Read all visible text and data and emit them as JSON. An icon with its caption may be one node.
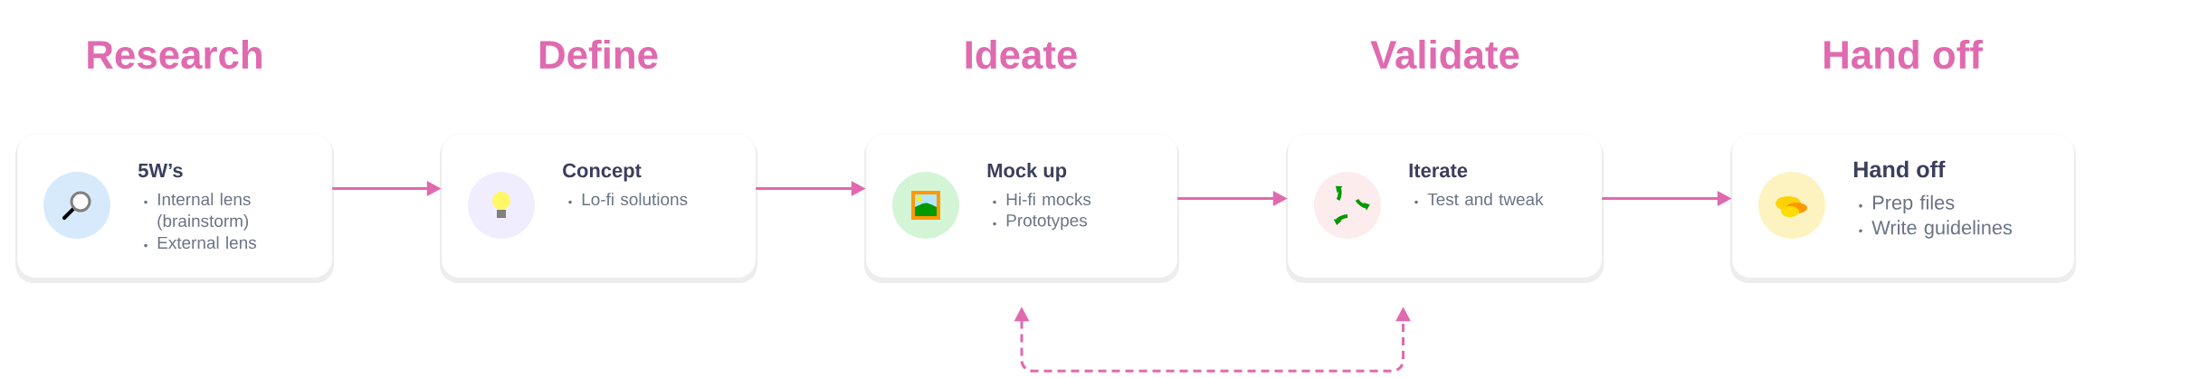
{
  "diagram": {
    "nodes": [
      {
        "text": [
          "5W’s",
          "Internal lens (brainstorm)",
          "External lens"
        ]
      },
      {
        "text": [
          "Concept",
          "Lo-fi solutions"
        ]
      },
      {
        "text": [
          "Mock up",
          "Hi-fi mocks",
          "Prototypes"
        ]
      },
      {
        "text": [
          "Iterate",
          "Test and tweak"
        ]
      },
      {
        "text": [
          "Hand off",
          "Prep files",
          "Write guidelines"
        ]
      }
    ],
    "edges": [
      {
        "from": 0,
        "to": 1,
        "arrow": "to"
      },
      {
        "from": 1,
        "to": 2,
        "arrow": "to"
      },
      {
        "from": 2,
        "to": 3,
        "arrow": "to"
      },
      {
        "from": 3,
        "to": 4,
        "arrow": "to"
      },
      {
        "from": 2,
        "to": 3,
        "arrow": "both",
        "style": "dashed"
      }
    ],
    "labels": [
      "Research",
      "Define",
      "Ideate",
      "Validate",
      "Hand off"
    ]
  }
}
